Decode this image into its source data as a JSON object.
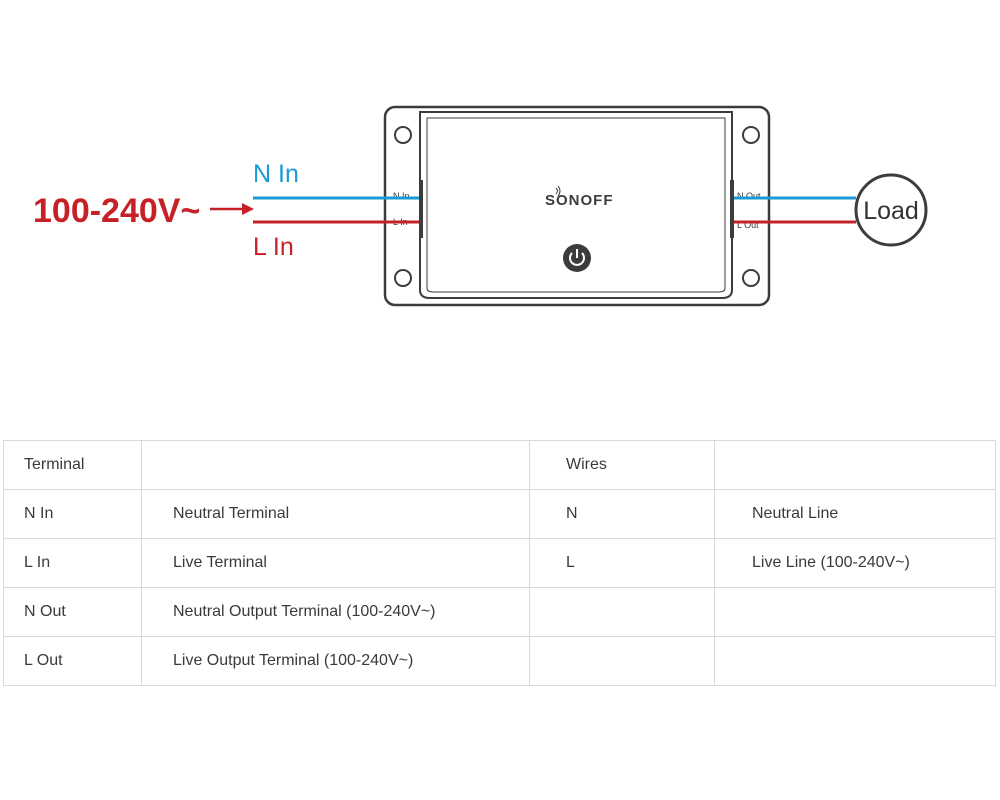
{
  "diagram": {
    "voltage_label": "100-240V~",
    "n_in_label": "N In",
    "l_in_label": "L In",
    "device": {
      "brand": "SONOFF",
      "terminal_n_in": "N In",
      "terminal_l_in": "L In",
      "terminal_n_out": "N Out",
      "terminal_l_out": "L Out"
    },
    "load_label": "Load",
    "colors": {
      "neutral": "#1a9bd7",
      "live": "#c62127",
      "outline": "#3c3c3c"
    }
  },
  "table": {
    "header": [
      "Terminal",
      "",
      "Wires",
      ""
    ],
    "rows": [
      [
        "N In",
        "Neutral Terminal",
        "N",
        "Neutral Line"
      ],
      [
        "L In",
        "Live Terminal",
        "L",
        "Live Line (100-240V~)"
      ],
      [
        "N Out",
        "Neutral Output Terminal (100-240V~)",
        "",
        ""
      ],
      [
        "L Out",
        "Live Output Terminal (100-240V~)",
        "",
        ""
      ]
    ]
  }
}
